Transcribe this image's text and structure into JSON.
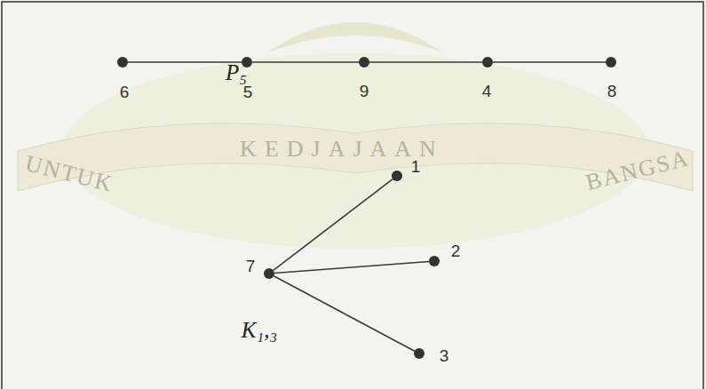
{
  "diagram": {
    "nodes": [
      {
        "text": [
          "6"
        ]
      },
      {
        "text": [
          "5"
        ]
      },
      {
        "text": [
          "9"
        ]
      },
      {
        "text": [
          "4"
        ]
      },
      {
        "text": [
          "8"
        ]
      },
      {
        "text": [
          "7"
        ]
      },
      {
        "text": [
          "1"
        ]
      },
      {
        "text": [
          "2"
        ]
      },
      {
        "text": [
          "3"
        ]
      }
    ],
    "edges": [
      {
        "from": 0,
        "to": 1,
        "arrow": "none"
      },
      {
        "from": 1,
        "to": 2,
        "arrow": "none"
      },
      {
        "from": 2,
        "to": 3,
        "arrow": "none"
      },
      {
        "from": 3,
        "to": 4,
        "arrow": "none"
      },
      {
        "from": 5,
        "to": 6,
        "arrow": "none"
      },
      {
        "from": 5,
        "to": 7,
        "arrow": "none"
      },
      {
        "from": 5,
        "to": 8,
        "arrow": "none"
      }
    ],
    "labels": [
      "UNTUK",
      "KEDJAJAAN",
      "BANGSA",
      "P₅",
      "K₁,₃"
    ]
  }
}
